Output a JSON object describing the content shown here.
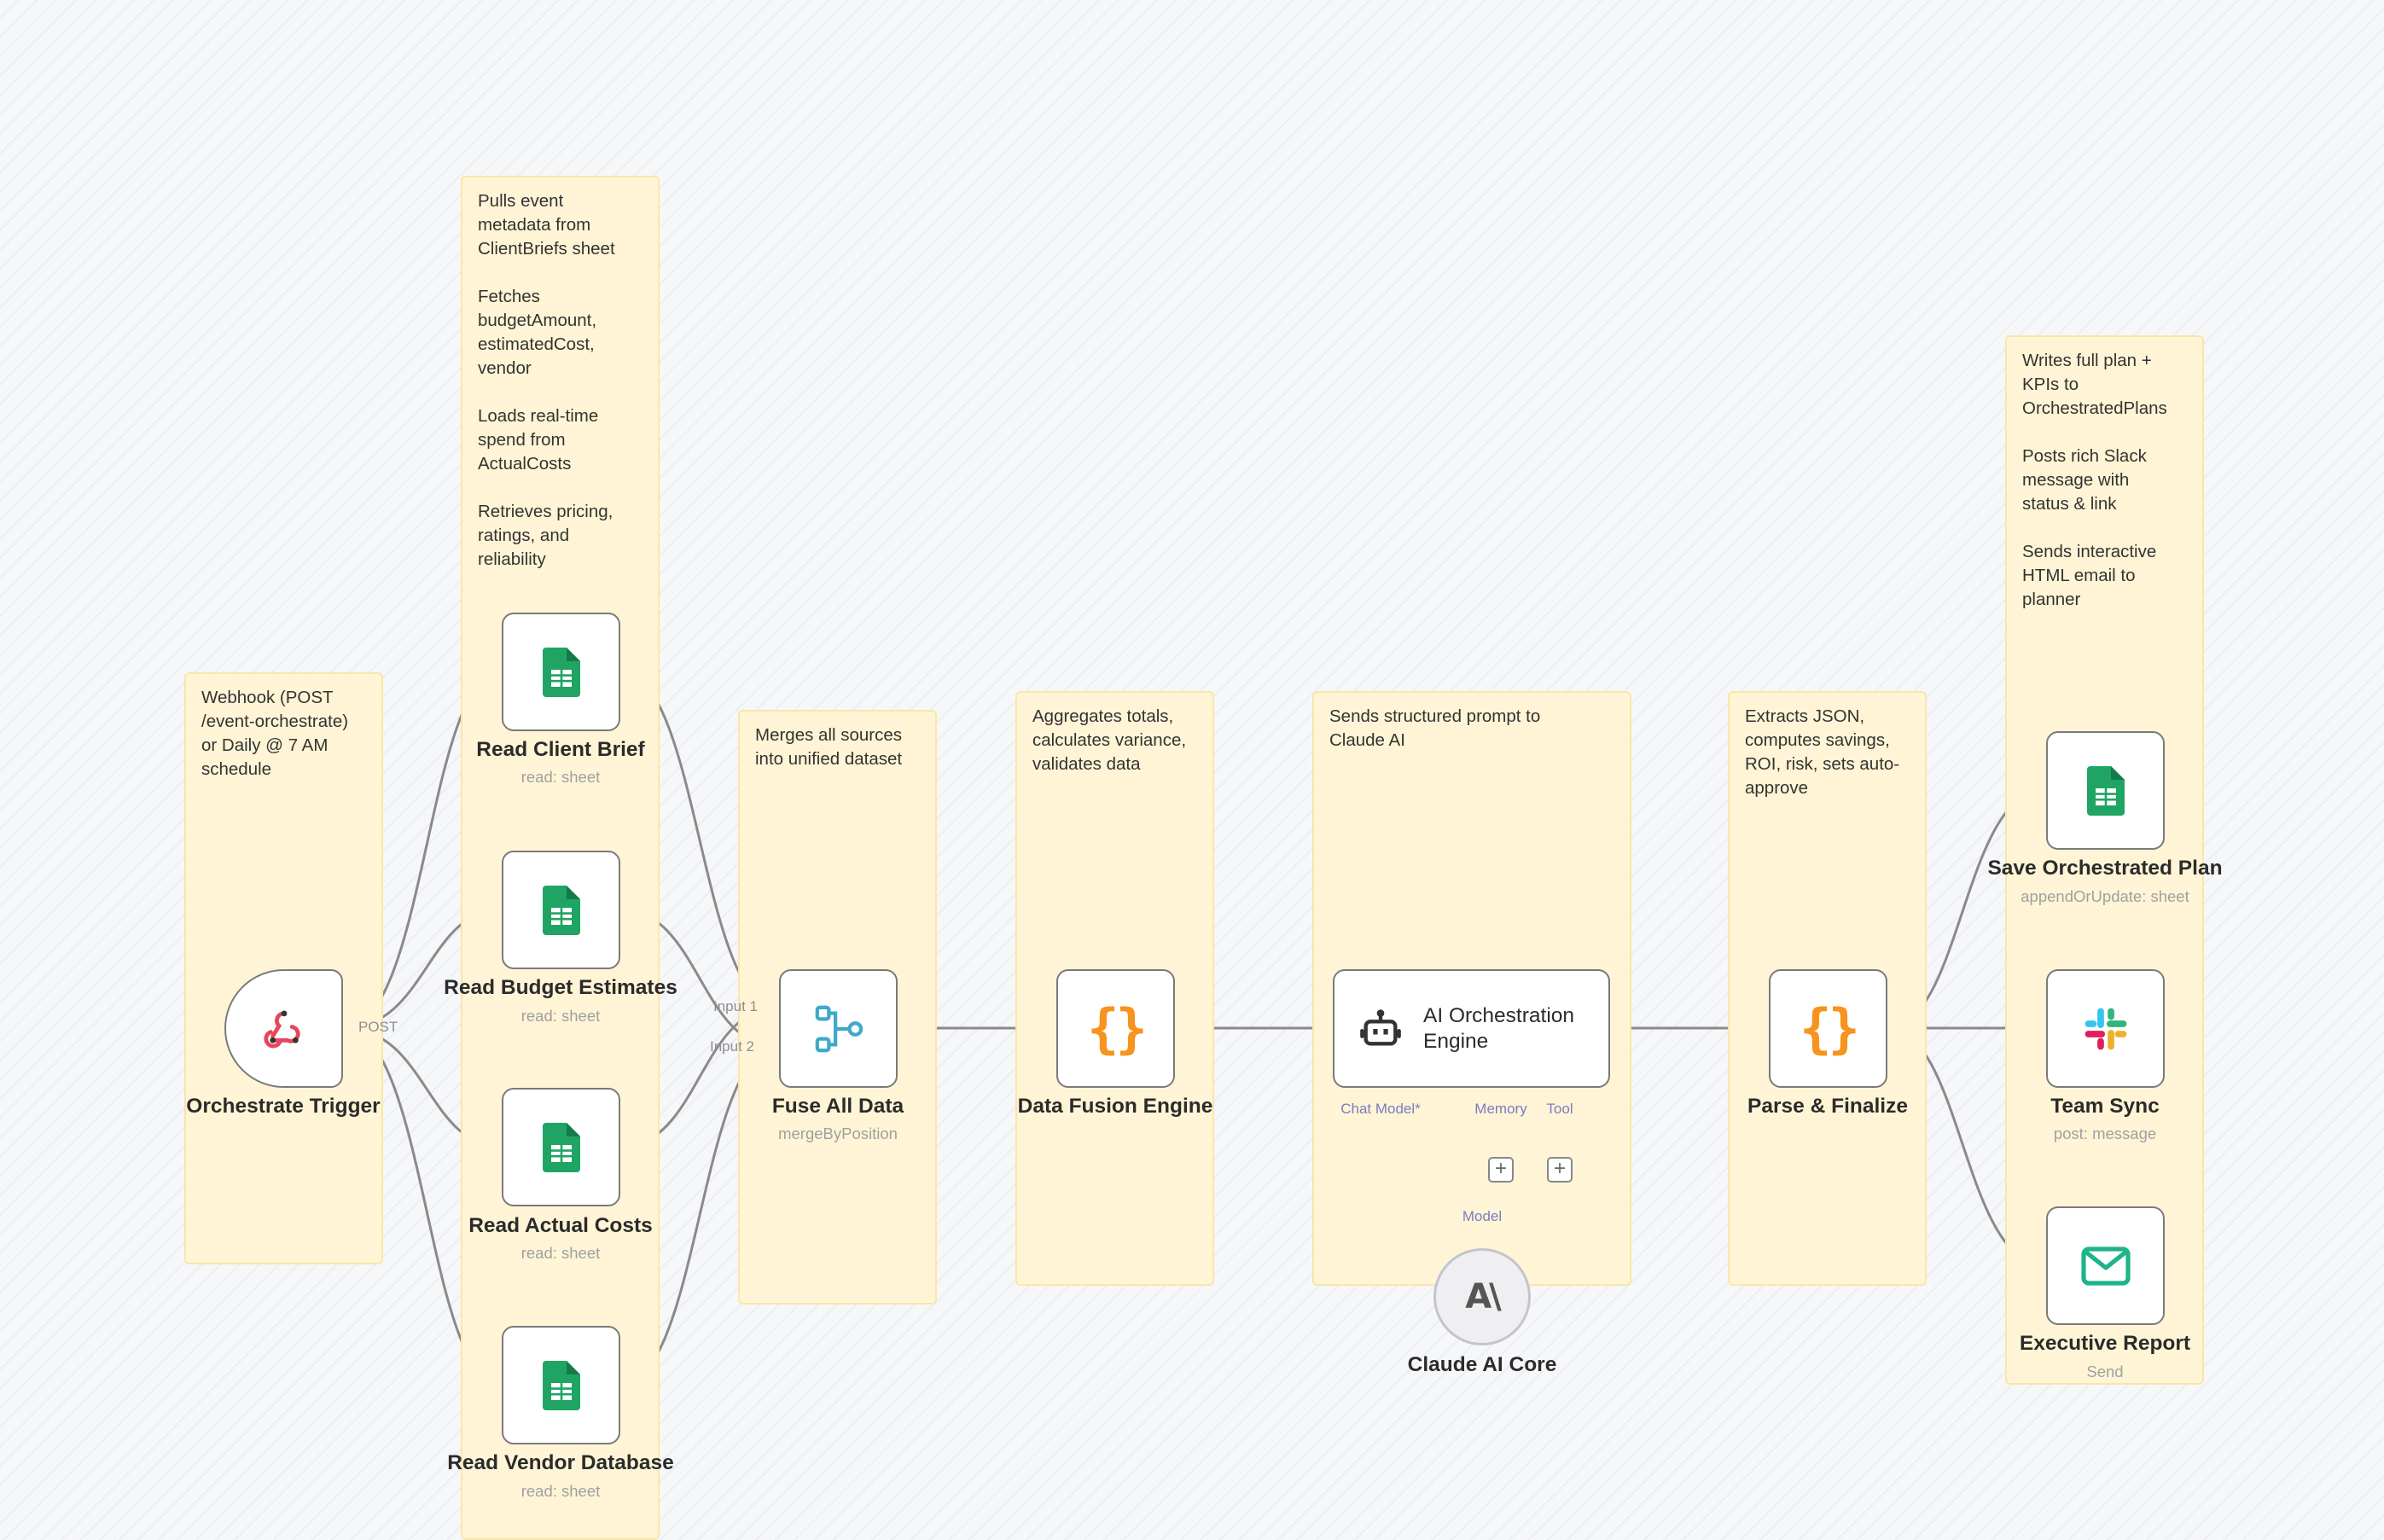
{
  "notes": {
    "trigger": "Webhook (POST\n/event-orchestrate)\nor Daily @ 7 AM\nschedule",
    "reads": "Pulls event\nmetadata from\nClientBriefs sheet\n\nFetches\nbudgetAmount,\nestimatedCost,\nvendor\n\nLoads real-time\nspend from\nActualCosts\n\nRetrieves pricing,\nratings, and\nreliability",
    "merge": "Merges all sources\ninto unified dataset",
    "fusion": "Aggregates totals,\ncalculates variance,\nvalidates data",
    "ai": "Sends structured prompt to\nClaude AI",
    "parse": "Extracts JSON,\ncomputes savings,\nROI, risk, sets auto-\napprove",
    "outputs": "Writes full plan +\nKPIs to\nOrchestratedPlans\n\nPosts rich Slack\nmessage with\nstatus & link\n\nSends interactive\nHTML email to\nplanner"
  },
  "nodes": {
    "trigger": {
      "title": "Orchestrate Trigger",
      "port_label": "POST"
    },
    "read_client": {
      "title": "Read Client Brief",
      "subtitle": "read: sheet"
    },
    "read_budget": {
      "title": "Read Budget Estimates",
      "subtitle": "read: sheet"
    },
    "read_actual": {
      "title": "Read Actual Costs",
      "subtitle": "read: sheet"
    },
    "read_vendor": {
      "title": "Read Vendor Database",
      "subtitle": "read: sheet"
    },
    "fuse": {
      "title": "Fuse All Data",
      "subtitle": "mergeByPosition",
      "input1": "Input 1",
      "input2": "Input 2"
    },
    "fusion_engine": {
      "title": "Data Fusion Engine",
      "icon": "{}"
    },
    "ai_engine": {
      "title": "AI Orchestration Engine",
      "chat_model": "Chat Model*",
      "memory": "Memory",
      "tool": "Tool",
      "plus": "+"
    },
    "claude": {
      "title": "Claude AI Core",
      "port_label": "Model",
      "mark": "A\\"
    },
    "parse": {
      "title": "Parse & Finalize",
      "icon": "{}"
    },
    "save": {
      "title": "Save Orchestrated Plan",
      "subtitle": "appendOrUpdate: sheet"
    },
    "slack": {
      "title": "Team Sync",
      "subtitle": "post: message"
    },
    "email": {
      "title": "Executive Report",
      "subtitle": "Send"
    }
  },
  "colors": {
    "sheets_green": "#20a463",
    "webhook_red": "#e8465b",
    "merge_teal": "#3fa9c9",
    "code_orange": "#f7931e",
    "email_teal": "#1fb38a",
    "wire": "#8a8a8a",
    "sub_wire": "#7a7cc3"
  },
  "icons": {
    "trigger": "webhook-icon",
    "sheets": "google-sheets-icon",
    "merge": "merge-icon",
    "code": "code-braces-icon",
    "ai": "robot-icon",
    "slack": "slack-icon",
    "email": "envelope-icon",
    "claude": "anthropic-icon"
  }
}
